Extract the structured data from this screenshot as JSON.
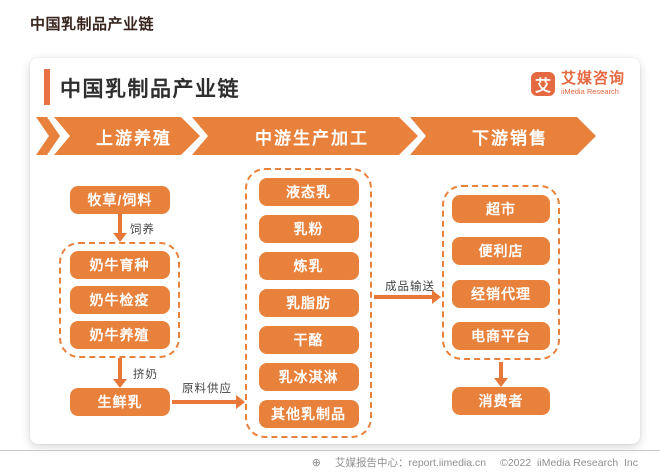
{
  "page_title": "中国乳制品产业链",
  "card": {
    "title": "中国乳制品产业链",
    "logo": {
      "mark": "艾",
      "name": "艾媒咨询",
      "subtitle": "iiMedia Research"
    }
  },
  "stages": [
    {
      "label": "上游养殖"
    },
    {
      "label": "中游生产加工"
    },
    {
      "label": "下游销售"
    }
  ],
  "upstream": {
    "feed_box": "牧草/饲料",
    "arrow_feed_label": "饲养",
    "group_boxes": [
      "奶牛育种",
      "奶牛检疫",
      "奶牛养殖"
    ],
    "arrow_milk_label": "挤奶",
    "raw_milk_box": "生鲜乳",
    "supply_arrow_label": "原料供应"
  },
  "midstream": {
    "boxes": [
      "液态乳",
      "乳粉",
      "炼乳",
      "乳脂肪",
      "干酪",
      "乳冰淇淋",
      "其他乳制品"
    ],
    "delivery_arrow_label": "成品输送"
  },
  "downstream": {
    "boxes": [
      "超市",
      "便利店",
      "经销代理",
      "电商平台"
    ],
    "consumer_box": "消费者"
  },
  "footer": {
    "globe_icon": "⊕",
    "source": "艾媒报告中心：report.iimedia.cn",
    "copyright": "©2022  iiMedia Research  Inc"
  },
  "colors": {
    "orange": "#E8813B",
    "logo_orange": "#E56941",
    "title_dark": "#38251d"
  }
}
